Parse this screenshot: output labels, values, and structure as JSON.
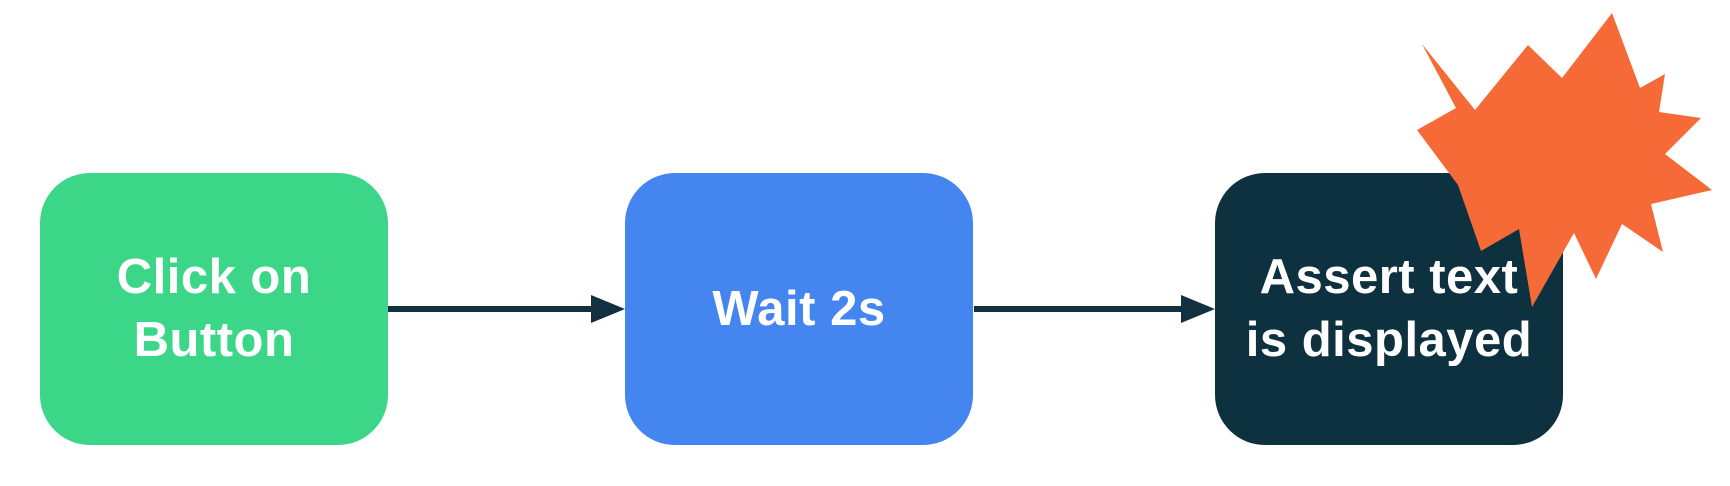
{
  "diagram": {
    "description": "Three-step automated test flow diagram",
    "background_color": "#ffffff",
    "arrow_color": "#12303e",
    "burst_color": "#f66a38",
    "nodes": [
      {
        "id": "step-1",
        "label": "Click on\nButton",
        "color": "#3cd688",
        "text_color": "#ffffff"
      },
      {
        "id": "step-2",
        "label": "Wait 2s",
        "color": "#4585f0",
        "text_color": "#ffffff"
      },
      {
        "id": "step-3",
        "label": "Assert text\nis displayed",
        "color": "#0e3140",
        "text_color": "#ffffff"
      }
    ],
    "edges": [
      {
        "from": "step-1",
        "to": "step-2"
      },
      {
        "from": "step-2",
        "to": "step-3"
      }
    ],
    "decorations": [
      {
        "icon": "explosion-burst-icon",
        "color": "#f66a38",
        "position": "top-right-of-step-3"
      }
    ]
  }
}
